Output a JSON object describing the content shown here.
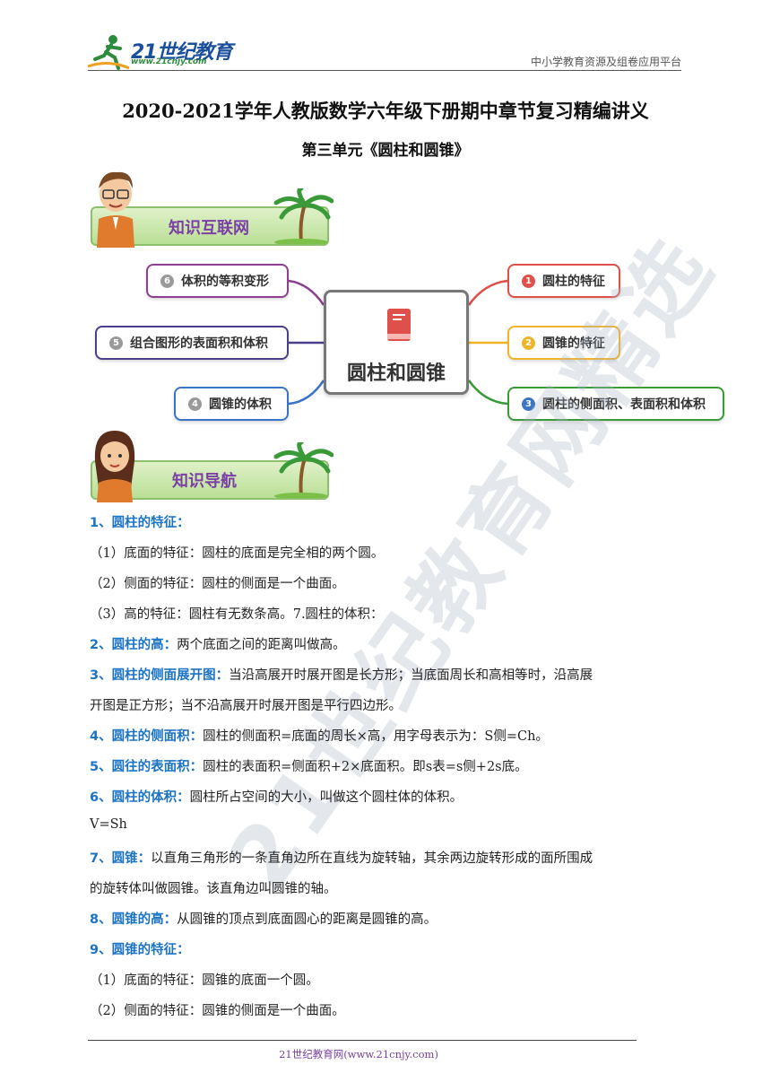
{
  "header": {
    "logo_text": "21世纪教育",
    "logo_url": "www.21cnjy.com",
    "right_text": "中小学教育资源及组卷应用平台"
  },
  "title": "2020-2021学年人教版数学六年级下册期中章节复习精编讲义",
  "subtitle": "第三单元《圆柱和圆锥》",
  "banner1": "知识互联网",
  "banner2": "知识导航",
  "mindmap": {
    "center": "圆柱和圆锥",
    "nodes": [
      {
        "num": "6",
        "label": "体积的等积变形",
        "color": "#8e3f8f"
      },
      {
        "num": "5",
        "label": "组合图形的表面积和体积",
        "color": "#4a3f8a"
      },
      {
        "num": "4",
        "label": "圆锥的体积",
        "color": "#3b73c7"
      },
      {
        "num": "1",
        "label": "圆柱的特征",
        "color": "#e0504a"
      },
      {
        "num": "2",
        "label": "圆锥的特征",
        "color": "#f0b429"
      },
      {
        "num": "3",
        "label": "圆柱的侧面积、表面积和体积",
        "color": "#3a9a3a"
      }
    ]
  },
  "content": [
    {
      "head": "1、圆柱的特征：",
      "text": ""
    },
    {
      "head": "",
      "text": "（1）底面的特征：圆柱的底面是完全相的两个圆。"
    },
    {
      "head": "",
      "text": "（2）侧面的特征：圆柱的侧面是一个曲面。"
    },
    {
      "head": "",
      "text": "（3）高的特征：圆柱有无数条高。7.圆柱的体积："
    },
    {
      "head": "2、圆柱的高：",
      "text": "两个底面之间的距离叫做高。"
    },
    {
      "head": "3、圆柱的侧面展开图：",
      "text": "当沿高展开时展开图是长方形；当底面周长和高相等时，沿高展"
    },
    {
      "head": "",
      "text": "开图是正方形；当不沿高展开时展开图是平行四边形。"
    },
    {
      "head": "4、圆柱的侧面积：",
      "text": "圆柱的侧面积=底面的周长×高，用字母表示为：S侧=Ch。"
    },
    {
      "head": "5、圆往的表面积：",
      "text": "圆柱的表面积=侧面积+2×底面积。即s表=s侧+2s底。"
    },
    {
      "head": "6、圆柱的体积：",
      "text": "圆柱所占空间的大小，叫做这个圆柱体的体积。"
    },
    {
      "head": "",
      "text": "V=Sh"
    },
    {
      "head": "7、圆锥：",
      "text": "以直角三角形的一条直角边所在直线为旋转轴，其余两边旋转形成的面所围成"
    },
    {
      "head": "",
      "text": "的旋转体叫做圆锥。该直角边叫圆锥的轴。"
    },
    {
      "head": "8、圆锥的高：",
      "text": "从圆锥的顶点到底面圆心的距离是圆锥的高。"
    },
    {
      "head": "9、圆锥的特征：",
      "text": ""
    },
    {
      "head": "",
      "text": "（1）底面的特征：圆锥的底面一个圆。"
    },
    {
      "head": "",
      "text": "（2）侧面的特征：圆锥的侧面是一个曲面。"
    }
  ],
  "footer": "21世纪教育网(www.21cnjy.com)",
  "watermark": "21世纪教育网精选"
}
